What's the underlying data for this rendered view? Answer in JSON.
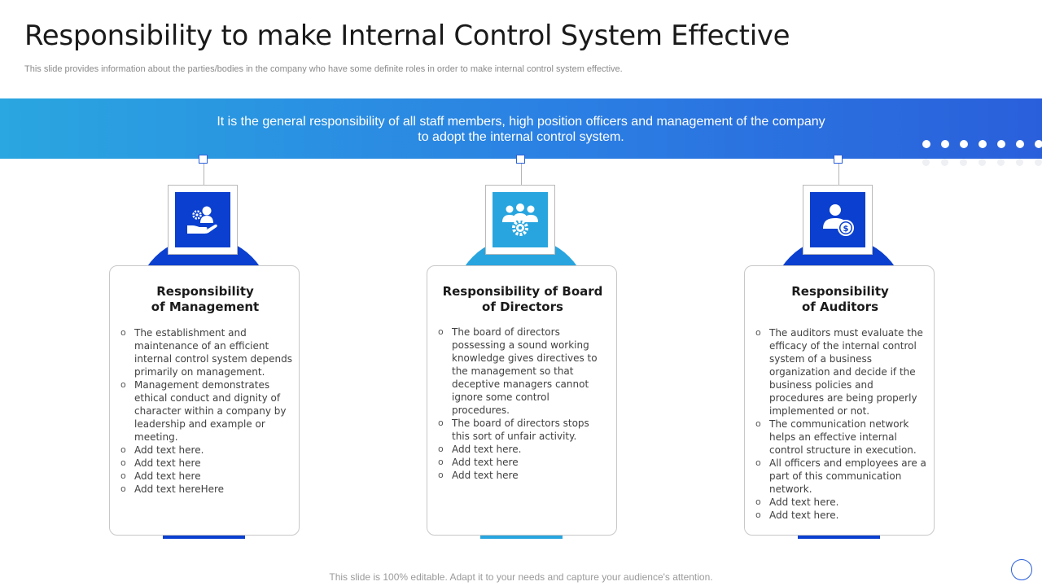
{
  "header": {
    "title": "Responsibility to make Internal Control System Effective",
    "subtitle": "This slide provides information about the parties/bodies in the company who have some definite roles in order to make internal control system effective."
  },
  "banner": {
    "line1": "It is the general responsibility of all staff members, high position officers and management of the company",
    "line2": "to adopt the internal control system."
  },
  "colors": {
    "dark_blue": "#0a3fcf",
    "light_blue": "#28a5df",
    "border_gray": "#c8c8c8"
  },
  "cards": [
    {
      "icon": "hand-gear-person-icon",
      "accent": "#0a3fcf",
      "title_line1": "Responsibility",
      "title_line2": "of Management",
      "items": [
        "The establishment and maintenance of an efficient internal control system depends primarily on management.",
        "Management demonstrates ethical conduct and dignity of character within a company by leadership and example or meeting.",
        "Add text here.",
        "Add text here",
        "Add text here",
        "Add text hereHere"
      ]
    },
    {
      "icon": "team-gear-icon",
      "accent": "#28a5df",
      "title_line1": "Responsibility of Board",
      "title_line2": "of Directors",
      "items": [
        "The board of directors possessing a sound working knowledge gives directives to the management so that deceptive managers cannot ignore some control procedures.",
        "The board of directors stops this sort of unfair activity.",
        "Add text here.",
        "Add text here",
        "Add text here"
      ]
    },
    {
      "icon": "person-dollar-icon",
      "accent": "#0a3fcf",
      "title_line1": "Responsibility",
      "title_line2": "of Auditors",
      "items": [
        "The auditors must evaluate the efficacy of the internal control system of a business organization and decide if the business policies and procedures are being properly implemented or not.",
        "The communication network helps an effective internal control structure in execution.",
        "All officers and employees are a part of this communication network.",
        "Add text here.",
        "Add text here."
      ]
    }
  ],
  "footer": {
    "text": "This slide is 100% editable. Adapt it to your needs and capture your audience's attention."
  }
}
